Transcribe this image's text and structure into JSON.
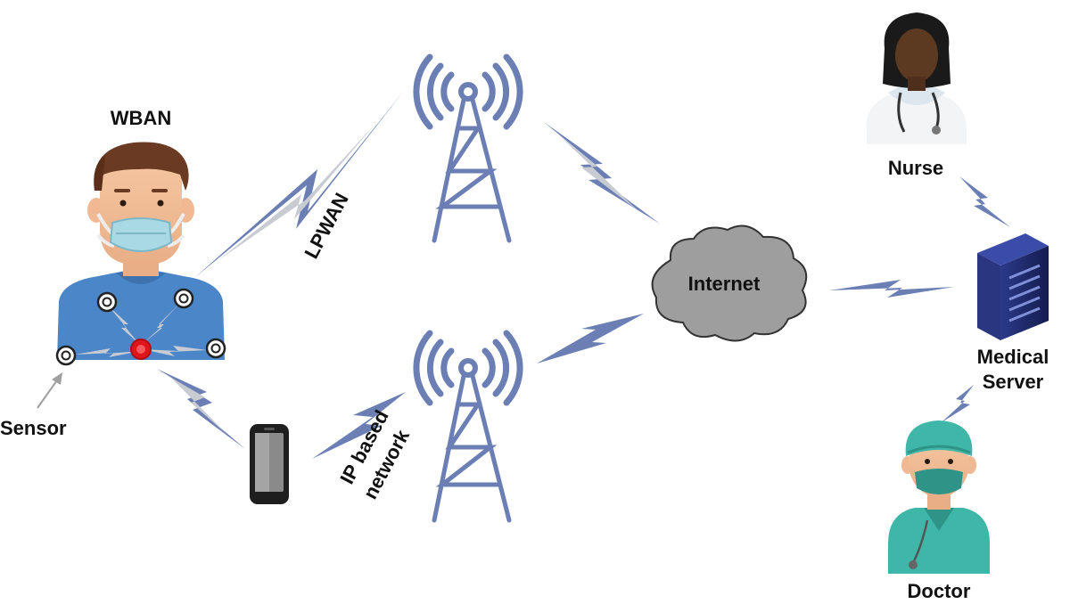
{
  "labels": {
    "wban": "WBAN",
    "sensor": "Sensor",
    "lpwan": "LPWAN",
    "ip_line1": "IP based",
    "ip_line2": "network",
    "internet": "Internet",
    "nurse": "Nurse",
    "medical_line1": "Medical",
    "medical_line2": "Server",
    "doctor": "Doctor"
  },
  "colors": {
    "bolt_blue": "#6C7FB5",
    "bolt_fill": "#C9CBD3",
    "tower": "#6C7FB5",
    "cloud": "#9E9E9E",
    "sensor_red": "#E0141B",
    "shirt": "#4A86C8",
    "server": "#1E2A6E",
    "scrubs": "#3FB7A8"
  },
  "icons": [
    "patient-icon",
    "tower-icon",
    "phone-icon",
    "cloud-icon",
    "server-icon",
    "nurse-icon",
    "doctor-icon"
  ]
}
